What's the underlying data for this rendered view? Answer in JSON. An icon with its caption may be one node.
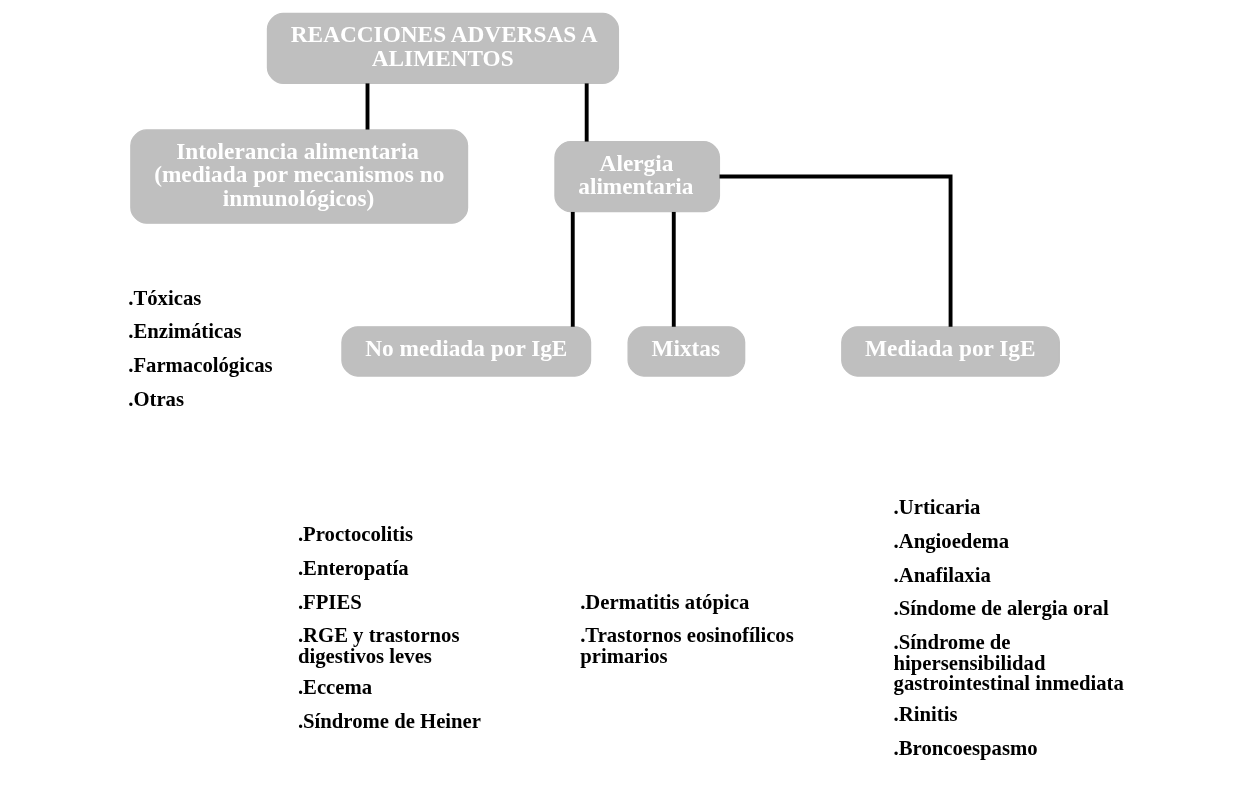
{
  "diagram": {
    "nodes": [
      {
        "text": [
          "REACCIONES ADVERSAS A ALIMENTOS"
        ]
      },
      {
        "text": [
          "Intolerancia alimentaria (mediada por mecanismos no inmunológicos)"
        ],
        "beside": [
          ".Tóxicas",
          ".Enzimáticas",
          ".Farmacológicas",
          ".Otras"
        ]
      },
      {
        "text": [
          "Alergia alimentaria"
        ]
      },
      {
        "text": [
          "No mediada por IgE"
        ],
        "beside": [
          ".Proctocolitis",
          ".Enteropatía",
          ".FPIES",
          ".RGE y trastornos digestivos leves",
          ".Eccema",
          ".Síndrome de Heiner"
        ]
      },
      {
        "text": [
          "Mixtas"
        ],
        "beside": [
          ".Dermatitis atópica",
          ".Trastornos eosinofílicos primarios"
        ]
      },
      {
        "text": [
          "Mediada por IgE"
        ],
        "beside": [
          ".Urticaria",
          ".Angioedema",
          ".Anafilaxia",
          ".Síndome de alergia oral",
          ".Síndrome de hipersensibilidad gastrointestinal inmediata",
          ".Rinitis",
          ".Broncoespasmo"
        ]
      }
    ],
    "edges": [
      {
        "from": 0,
        "to": 1,
        "arrow": "none"
      },
      {
        "from": 0,
        "to": 2,
        "arrow": "none"
      },
      {
        "from": 2,
        "to": 3,
        "arrow": "none"
      },
      {
        "from": 2,
        "to": 4,
        "arrow": "none"
      },
      {
        "from": 2,
        "to": 5,
        "arrow": "none"
      }
    ]
  }
}
